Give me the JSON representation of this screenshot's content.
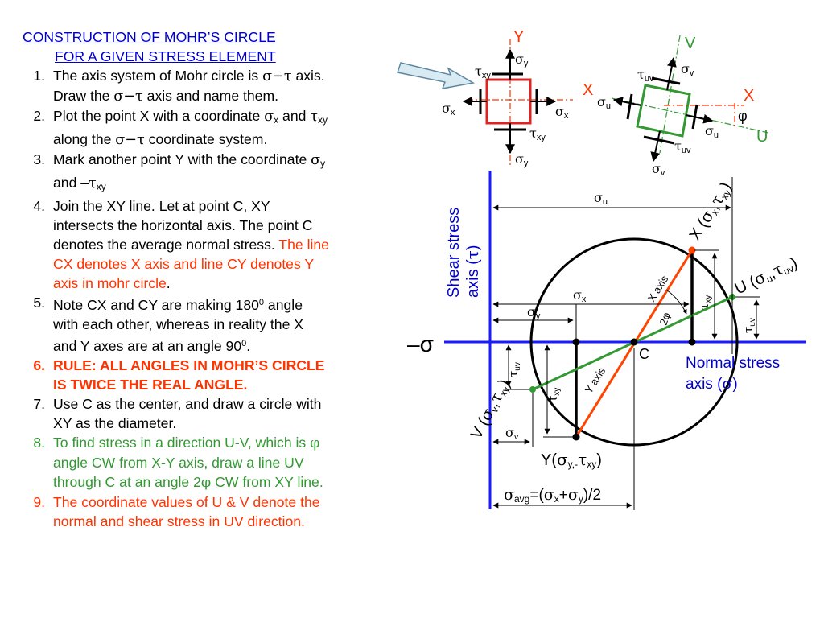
{
  "title": {
    "line1": "CONSTRUCTION OF MOHR’S CIRCLE",
    "line2": "FOR A GIVEN STRESS ELEMENT"
  },
  "steps": {
    "s1": {
      "num": "1.",
      "a": "The axis system of Mohr circle is ",
      "g1": "σ−τ",
      "b": " axis.",
      "c": "Draw the ",
      "g2": "σ−τ",
      "d": " axis and name them."
    },
    "s2": {
      "num": "2.",
      "a": "Plot the point X with a coordinate ",
      "g1": "σ",
      "s1": "x",
      "b": " and ",
      "g2": "τ",
      "s2": "xy",
      "c": "along the ",
      "g3": "σ−τ",
      "d": " coordinate system."
    },
    "s3": {
      "num": "3.",
      "a": "Mark another point Y with the coordinate ",
      "g1": "σ",
      "s1": "y",
      "b": "and –",
      "g2": "τ",
      "s2": "xy"
    },
    "s4": {
      "num": "4.",
      "a": "Join the XY line. Let at point C, XY",
      "b": "intersects the horizontal axis. The point C",
      "c": "denotes the average normal stress. ",
      "red1": "The line",
      "red2": "CX denotes X axis and line CY denotes Y",
      "red3": "axis in mohr circle",
      "dot": "."
    },
    "s5": {
      "num": "5.",
      "a": "Note CX and CY are making 180",
      "sup1": "0",
      "b": " angle",
      "c": "with each other, whereas in reality the X",
      "d": "and Y axes are at an angle 90",
      "sup2": "0",
      "e": "."
    },
    "s6": {
      "num": "6.",
      "a": "RULE: ALL ANGLES IN MOHR’S CIRCLE",
      "b": "IS TWICE THE REAL ANGLE."
    },
    "s7": {
      "num": "7.",
      "a": "Use C as the center, and draw a circle with",
      "b": "XY as the diameter."
    },
    "s8": {
      "num": "8.",
      "a": "To find stress in a direction U-V, which is ",
      "g1": "φ",
      "b": "angle CW from X-Y axis, draw a line UV",
      "c": "through C at an angle 2",
      "g2": "φ",
      "d": " CW from XY line."
    },
    "s9": {
      "num": "9.",
      "a": "The coordinate values of U & V denote the",
      "b": "normal and shear stress in UV direction."
    }
  },
  "element1": {
    "axis_y": "Y",
    "axis_x": "X",
    "sy_top_g": "σ",
    "sy_top_s": "y",
    "txy_top_g": "τ",
    "txy_top_s": "xy",
    "sx_left_g": "σ",
    "sx_left_s": "x",
    "sx_right_g": "σ",
    "sx_right_s": "x",
    "txy_bot_g": "τ",
    "txy_bot_s": "xy",
    "sy_bot_g": "σ",
    "sy_bot_s": "y"
  },
  "element2": {
    "axis_v": "V",
    "axis_x": "X",
    "axis_u": "U",
    "tuv_top_g": "τ",
    "tuv_top_s": "uv",
    "sv_top_g": "σ",
    "sv_top_s": "v",
    "su_left_g": "σ",
    "su_left_s": "u",
    "phi": "φ",
    "su_right_g": "σ",
    "su_right_s": "u",
    "tuv_bot_g": "τ",
    "tuv_bot_s": "uv",
    "sv_bot_g": "σ",
    "sv_bot_s": "v"
  },
  "mohr": {
    "shear_axis_l1": "Shear stress",
    "shear_axis_l2a": "axis (",
    "shear_axis_g": "τ",
    "shear_axis_l2b": ")",
    "neg_sigma": "–σ",
    "normal_axis_l1": "Normal stress",
    "normal_axis_l2a": "axis (",
    "normal_axis_g": "σ",
    "normal_axis_l2b": ")",
    "su_g": "σ",
    "su_s": "u",
    "sx_g": "σ",
    "sx_s": "x",
    "sy_g": "σ",
    "sy_s": "y",
    "sv_g": "σ",
    "sv_s": "v",
    "x_point_a": "X (",
    "x_point_g1": "σ",
    "x_point_s1": "x",
    "x_point_c": ",",
    "x_point_g2": "τ",
    "x_point_s2": "xy",
    "x_point_b": ")",
    "u_point_a": "U (",
    "u_point_g1": "σ",
    "u_point_s1": "u",
    "u_point_c": ",",
    "u_point_g2": "τ",
    "u_point_s2": "uv",
    "u_point_b": ")",
    "v_point_a": "V (",
    "v_point_g1": "σ",
    "v_point_s1": "v",
    "v_point_c": ",",
    "v_point_g2": "τ",
    "v_point_s2": "xy",
    "v_point_b": ")",
    "y_point_a": "Y(",
    "y_point_g1": "σ",
    "y_point_s1": "y,-",
    "y_point_g2": "τ",
    "y_point_s2": "xy",
    "y_point_b": ")",
    "c_label": "C",
    "x_axis_label": "X axis",
    "y_axis_label": "Y axis",
    "two_phi": "2φ",
    "txy_right_g": "τ",
    "txy_right_s": "xy",
    "tuv_right_g": "τ",
    "tuv_right_s": "uv",
    "tuv_left_g": "τ",
    "tuv_left_s": "uv",
    "txy_left_g": "τ",
    "txy_left_s": "xy",
    "avg_g1": "σ",
    "avg_s1": "avg",
    "avg_mid": "=(",
    "avg_g2": "σ",
    "avg_s2": "x",
    "avg_plus": "+",
    "avg_g3": "σ",
    "avg_s3": "y",
    "avg_end": ")/2"
  },
  "colors": {
    "blue": "#0000cc",
    "red": "#ff3300",
    "green": "#339933",
    "element_red": "#dd2222",
    "element_green": "#339933",
    "orange_line": "#ff4400",
    "axis_blue": "#1a1aff"
  }
}
